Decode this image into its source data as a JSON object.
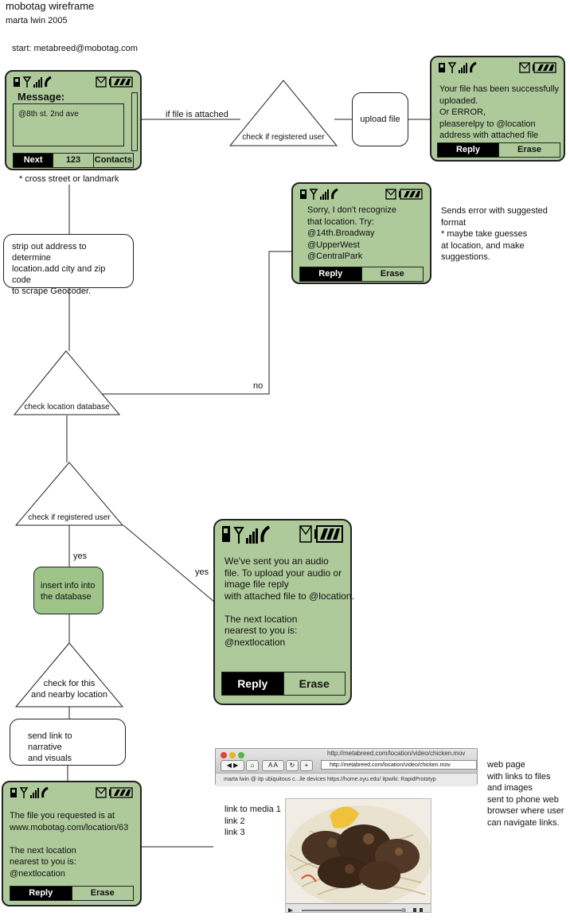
{
  "header": {
    "title": "mobotag wireframe",
    "author": "marta lwin 2005",
    "start": "start:  metabreed@mobotag.com"
  },
  "phone_start": {
    "heading": "Message:",
    "text": "@8th st. 2nd ave",
    "softkeys": [
      "Next",
      "123",
      "Contacts"
    ],
    "note": "* cross street or landmark"
  },
  "edge_labels": {
    "file_attached": "if file is attached",
    "no": "no",
    "yes_down": "yes",
    "yes_right": "yes"
  },
  "triangles": {
    "check_registered_top": "check if registered user",
    "check_location_db": "check location database",
    "check_registered_mid": "check if registered user",
    "check_nearby": [
      "check for this",
      "and nearby location"
    ]
  },
  "boxes": {
    "upload_file": "upload file",
    "strip_address": [
      "strip out address to determine",
      "location.add city and zip code",
      "to scrape Geocoder."
    ],
    "insert_info": [
      "insert info into",
      "the database"
    ],
    "send_link": [
      "send link to narrative",
      "and visuals"
    ]
  },
  "phone_upload": {
    "lines": [
      "Your file has been successfully",
      "uploaded.",
      "Or ERROR,",
      "pleaserelpy to @location",
      " address with attached file"
    ],
    "softkeys": [
      "Reply",
      "Erase"
    ]
  },
  "phone_error": {
    "lines": [
      "Sorry, I don't recognize",
      "that location. Try:",
      "@14th.Broadway",
      "@UpperWest",
      "@CentralPark"
    ],
    "softkeys": [
      "Reply",
      "Erase"
    ]
  },
  "error_note": [
    "Sends error with suggested",
    "format",
    "* maybe take guesses",
    "at location, and make",
    "suggestions."
  ],
  "phone_audio": {
    "lines": [
      "We've sent you an audio",
      "file. To upload your audio or",
      "image file reply",
      "with attached file to @location.",
      "",
      "The next location",
      "nearest to you is:",
      "@nextlocation"
    ],
    "softkeys": [
      "Reply",
      "Erase"
    ]
  },
  "phone_file": {
    "lines": [
      "The file you requested is at",
      "www.mobotag.com/location/63",
      "",
      "The next location",
      "nearest to you is:",
      "@nextlocation"
    ],
    "softkeys": [
      "Reply",
      "Erase"
    ]
  },
  "browser": {
    "window_title": "http://metabreed.com/location/video/chicken.mov",
    "url": "http://metabreed.com/location/video/chicken.mov",
    "bookmarks": "marta lwin @ itp    ubiquitous c...ile devices    https://home.nyu.edu/    itpwiki: RapidPrototyp",
    "links": [
      "link to media 1",
      "link 2",
      "link 3"
    ]
  },
  "web_note": [
    "web page",
    "with links to files",
    "and images",
    "sent to phone web",
    "browser where user",
    "can navigate links."
  ],
  "colors": {
    "phone_green": "#aec99a",
    "box_green": "#9fc489",
    "outline": "#222222"
  }
}
